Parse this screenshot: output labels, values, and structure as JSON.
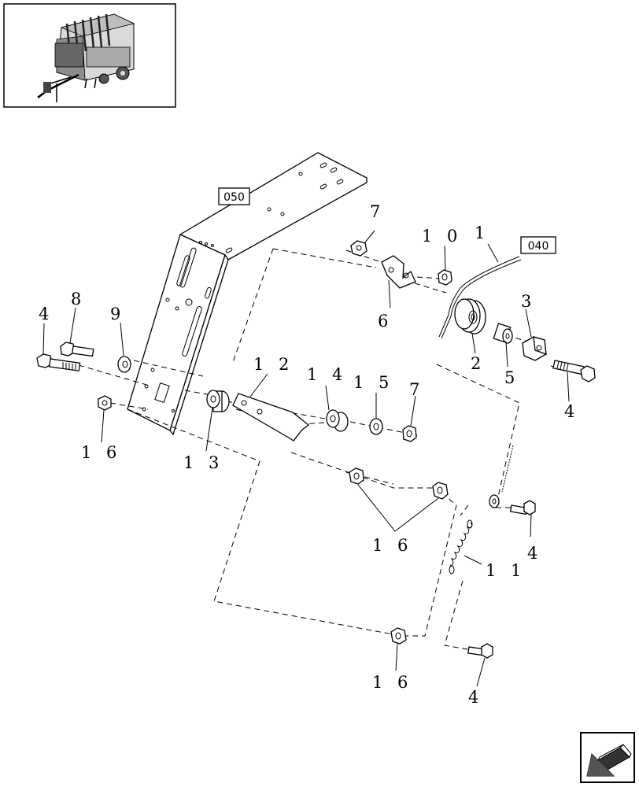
{
  "diagram": {
    "reference_labels": [
      "050",
      "040"
    ],
    "callouts": [
      "7",
      "1 0",
      "1",
      "8",
      "9",
      "4",
      "6",
      "3",
      "2",
      "5",
      "4",
      "1 2",
      "1 4",
      "1 5",
      "7",
      "1 6",
      "1 3",
      "1 6",
      "4",
      "1 1",
      "1 6",
      "4"
    ]
  },
  "colors": {
    "line": "#000000",
    "background": "#ffffff",
    "nav_fill": "#333333"
  },
  "icons": {
    "overview": "baler-thumbnail-icon",
    "nav": "page-arrow-icon"
  }
}
